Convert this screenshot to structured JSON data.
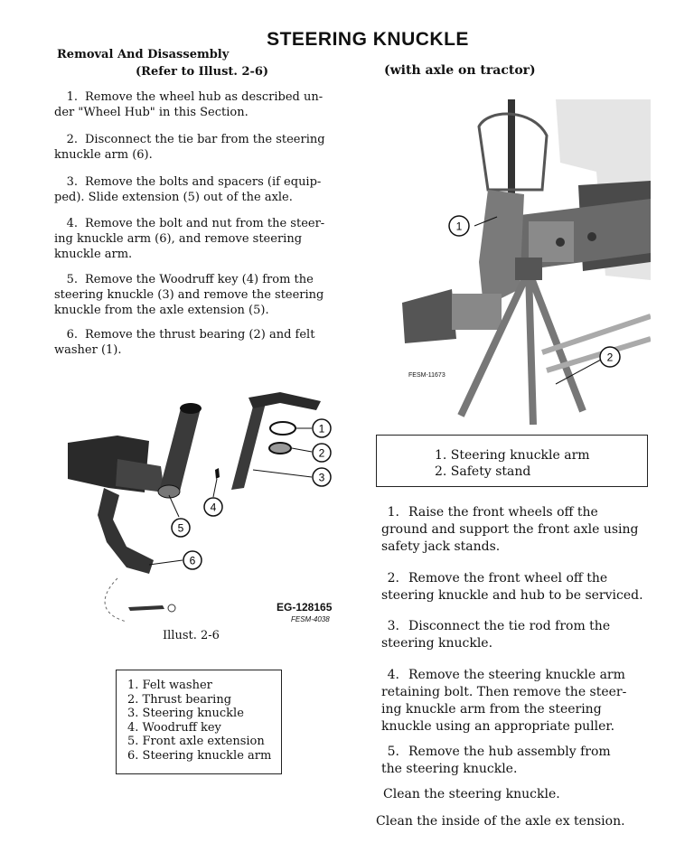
{
  "title": "STEERING KNUCKLE",
  "left": {
    "heading": "Removal And Disassembly",
    "subheading": "(Refer to Illust. 2-6)",
    "steps": [
      {
        "num": "1.",
        "line1": "Remove the wheel hub as described un-",
        "rest": [
          "der \"Wheel Hub\" in this Section."
        ]
      },
      {
        "num": "2.",
        "line1": "Disconnect the tie bar from the steering",
        "rest": [
          "knuckle arm (6)."
        ]
      },
      {
        "num": "3.",
        "line1": "Remove the bolts and spacers (if equip-",
        "rest": [
          "ped).  Slide extension (5) out of the axle."
        ]
      },
      {
        "num": "4.",
        "line1": "Remove the bolt and nut from the steer-",
        "rest": [
          "ing knuckle arm (6), and remove steering",
          "knuckle arm."
        ]
      },
      {
        "num": "5.",
        "line1": "Remove the Woodruff key (4) from the",
        "rest": [
          "steering knuckle (3) and remove the steering",
          "knuckle from the axle extension (5)."
        ]
      },
      {
        "num": "6.",
        "line1": "Remove the thrust bearing (2) and felt",
        "rest": [
          "washer (1)."
        ]
      }
    ],
    "figure": {
      "callouts": [
        "1",
        "2",
        "3",
        "4",
        "5",
        "6"
      ],
      "code": "EG-128165",
      "fesm": "FESM-4038",
      "caption": "Illust.  2-6"
    },
    "legend": [
      "1.  Felt washer",
      "2.  Thrust bearing",
      "3.  Steering knuckle",
      "4.  Woodruff key",
      "5.  Front axle extension",
      "6.  Steering knuckle arm"
    ]
  },
  "right": {
    "heading": "(with axle on tractor)",
    "photo": {
      "callouts": [
        "1",
        "2"
      ],
      "fesm": "FESM-11673"
    },
    "legend": [
      "1.  Steering knuckle arm",
      "2.  Safety stand"
    ],
    "steps": [
      {
        "num": "1.",
        "line1": "Raise the front wheels off the",
        "rest": [
          "ground and support the front axle using",
          "safety jack stands."
        ]
      },
      {
        "num": "2.",
        "line1": "Remove the front wheel off the",
        "rest": [
          "steering knuckle and hub to be serviced."
        ]
      },
      {
        "num": "3.",
        "line1": "Disconnect the tie rod from the",
        "rest": [
          "steering knuckle."
        ]
      },
      {
        "num": "4.",
        "line1": "Remove the steering knuckle arm",
        "rest": [
          "retaining bolt.  Then remove the steer-",
          "ing knuckle arm from the steering",
          "knuckle using an appropriate puller."
        ]
      },
      {
        "num": "5.",
        "line1": "Remove the hub assembly from",
        "rest": [
          "the steering knuckle."
        ]
      }
    ],
    "notes": [
      "Clean the steering knuckle.",
      "Clean the inside of the axle ex tension."
    ]
  }
}
